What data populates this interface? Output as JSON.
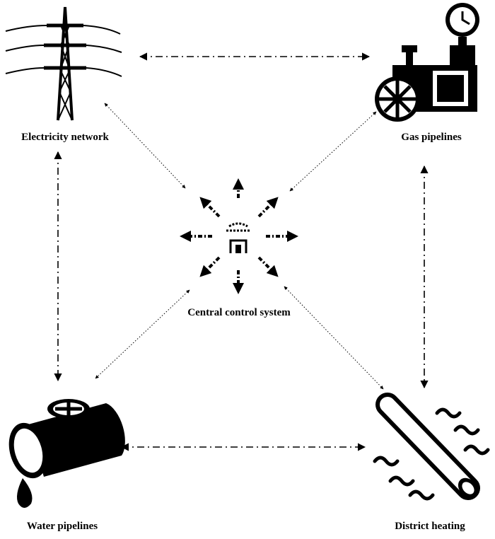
{
  "nodes": {
    "electricity": {
      "label": "Electricity network",
      "icon": "transmission-tower-icon"
    },
    "gas": {
      "label": "Gas pipelines",
      "icon": "gas-pressure-station-icon"
    },
    "control": {
      "label": "Central control system",
      "icon": "control-hub-icon"
    },
    "water": {
      "label": "Water pipelines",
      "icon": "water-pipe-valve-icon"
    },
    "heating": {
      "label": "District heating",
      "icon": "heating-pipe-icon"
    }
  },
  "connections": [
    {
      "from": "electricity",
      "to": "gas",
      "style": "dash-dot"
    },
    {
      "from": "electricity",
      "to": "water",
      "style": "dash-dot"
    },
    {
      "from": "gas",
      "to": "heating",
      "style": "dash-dot"
    },
    {
      "from": "water",
      "to": "heating",
      "style": "dash-dot"
    },
    {
      "from": "control",
      "to": "electricity",
      "style": "dotted"
    },
    {
      "from": "control",
      "to": "gas",
      "style": "dotted"
    },
    {
      "from": "control",
      "to": "water",
      "style": "dotted"
    },
    {
      "from": "control",
      "to": "heating",
      "style": "dotted"
    }
  ],
  "colors": {
    "ink": "#000000",
    "background": "#ffffff"
  }
}
